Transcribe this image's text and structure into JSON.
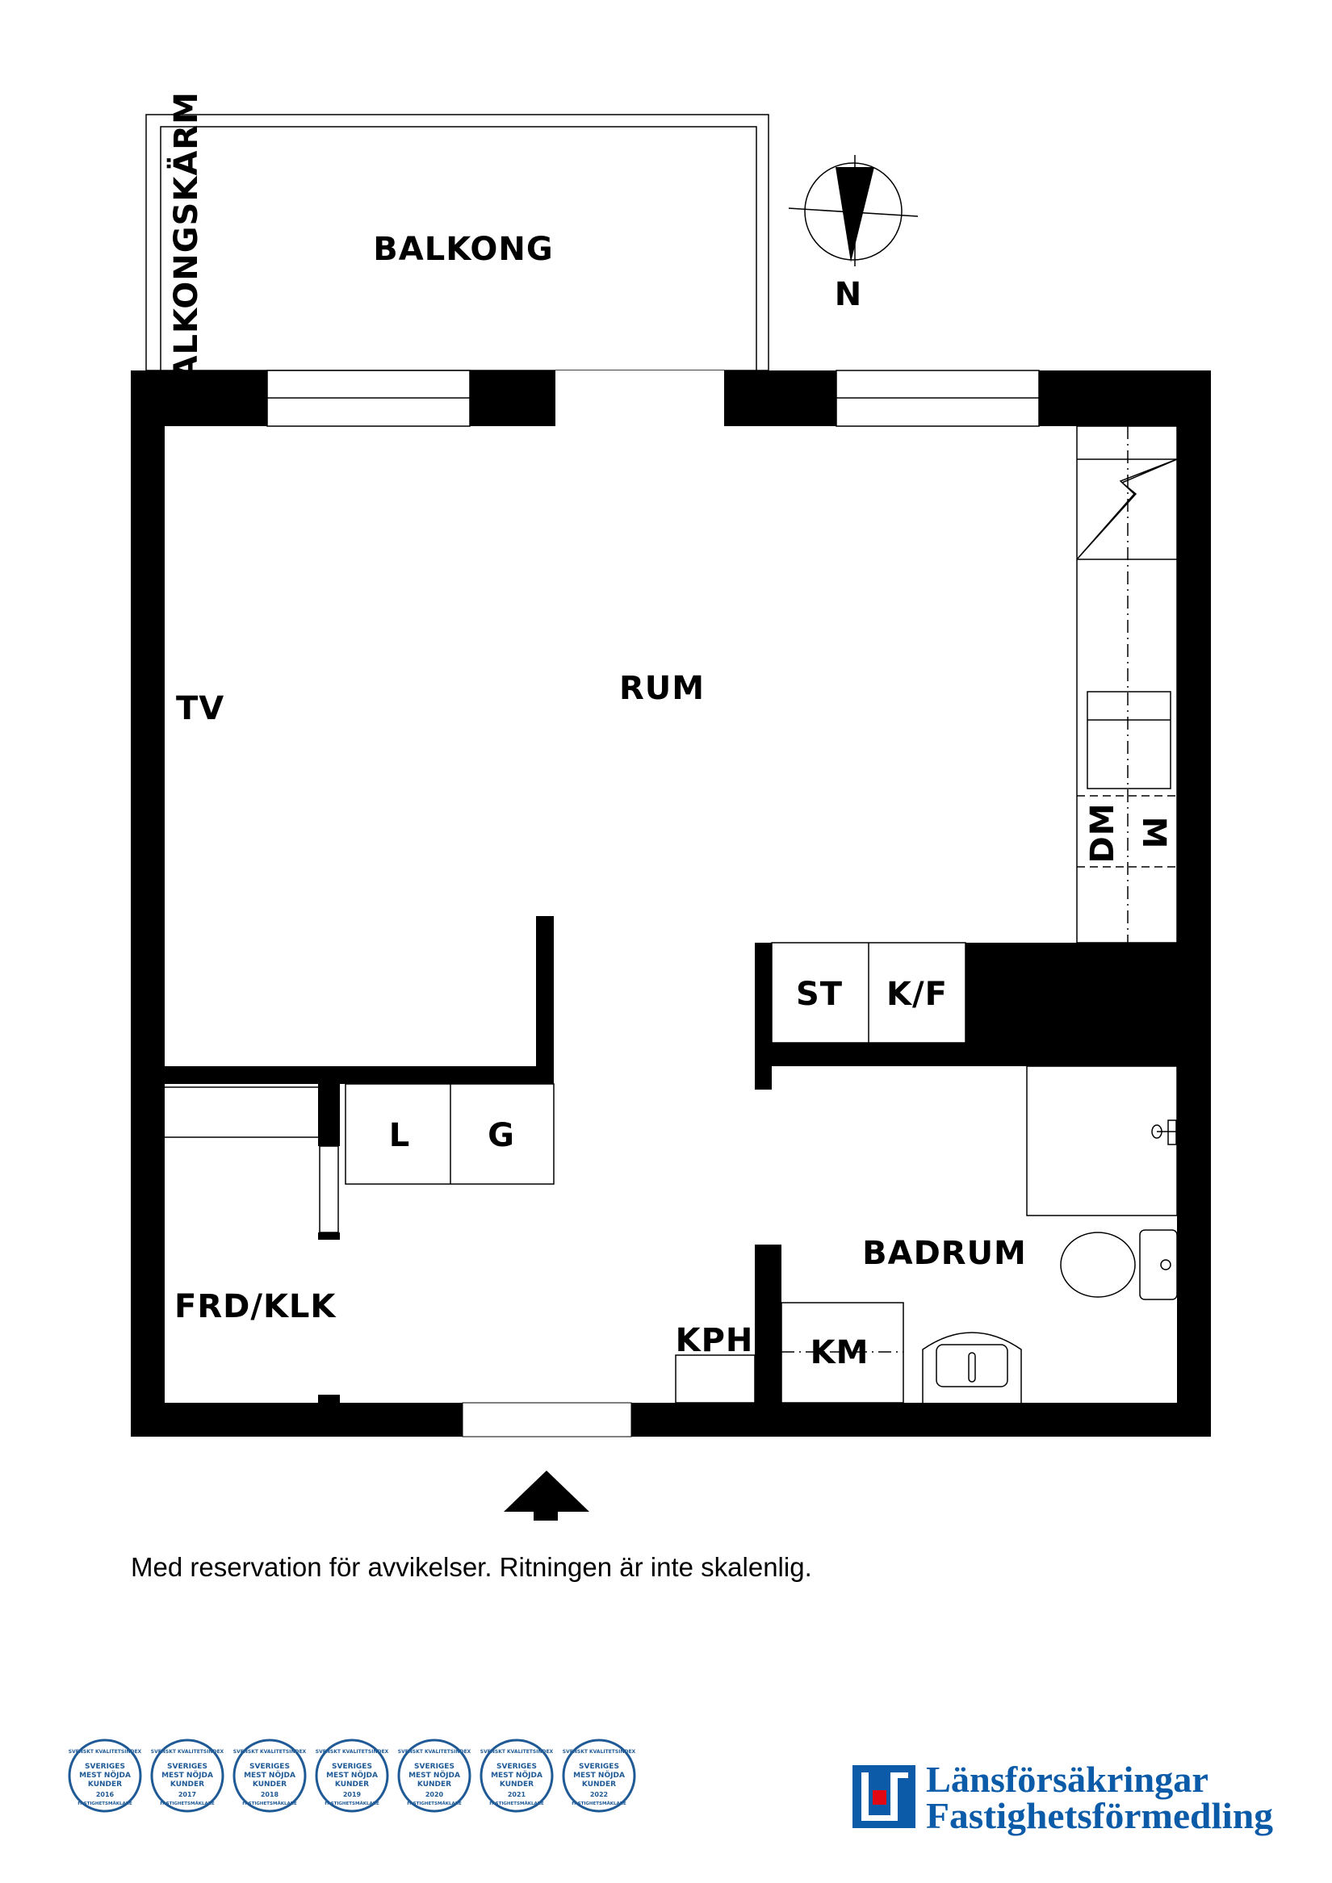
{
  "plan": {
    "rooms": {
      "balcony": "BALKONG",
      "balcony_screen": "BALKONGSKÄRM",
      "living_room": "RUM",
      "tv": "TV",
      "hall": "FRD/KLK",
      "bathroom": "BADRUM",
      "stove": "ST",
      "fridge_freezer": "K/F",
      "dishwasher": "DM",
      "microwave": "M",
      "linen": "L",
      "wardrobe": "G",
      "drying_cabinet": "KPH",
      "washing_machine": "KM"
    },
    "compass_label": "N"
  },
  "disclaimer": "Med reservation för avvikelser. Ritningen är inte skalenlig.",
  "badges": {
    "top_text": "SVENSKT KVALITETSINDEX",
    "line1": "SVERIGES",
    "line2": "MEST NÖJDA",
    "line3": "KUNDER",
    "bottom_text": "FASTIGHETSMÄKLARE",
    "years": [
      "2016",
      "2018",
      "2020",
      "2022",
      "2017",
      "2019",
      "2021"
    ]
  },
  "logo": {
    "line1": "Länsförsäkringar",
    "line2": "Fastighetsförmedling",
    "colors": {
      "blue": "#0b5ba8",
      "red": "#e30613"
    }
  }
}
